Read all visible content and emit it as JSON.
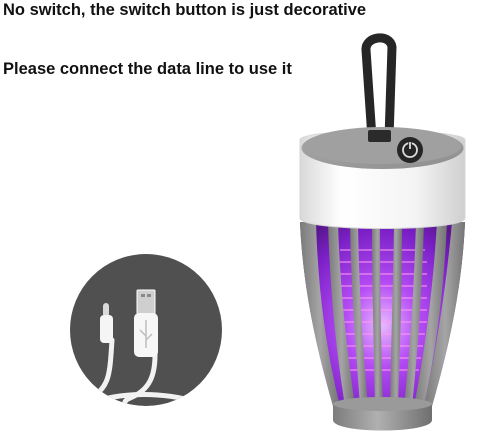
{
  "captions": {
    "line1": "No switch, the switch button is just decorative",
    "line2": "Please connect the data line to use it"
  },
  "product": {
    "name_icon": "mosquito-lamp",
    "body_color": "#8a8a8a",
    "cap_color": "#ffffff",
    "uv_glow_color": "#a23bf0"
  },
  "inset": {
    "icon": "usb-cable-icon",
    "background_color": "#505050"
  }
}
